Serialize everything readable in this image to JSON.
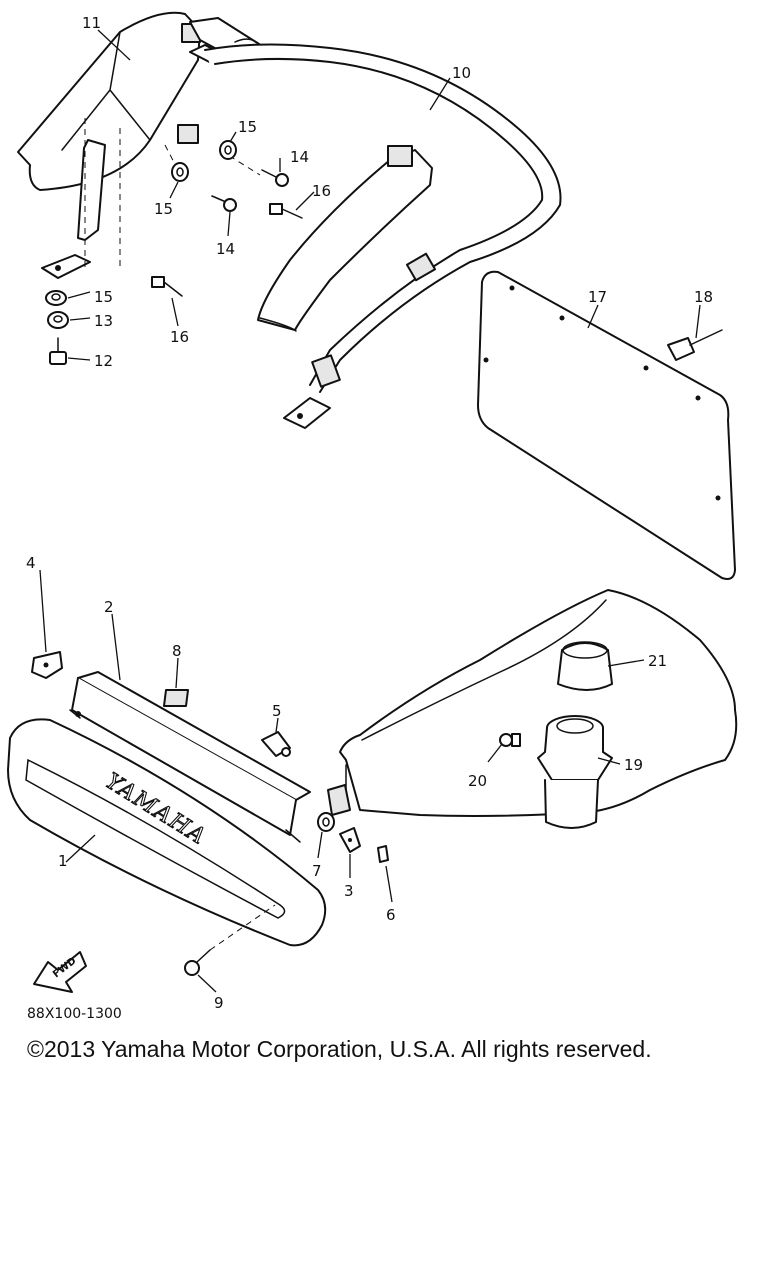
{
  "diagram": {
    "callouts": {
      "c1": "1",
      "c2": "2",
      "c3": "3",
      "c4": "4",
      "c5": "5",
      "c6": "6",
      "c7": "7",
      "c8": "8",
      "c9": "9",
      "c10": "10",
      "c11": "11",
      "c12": "12",
      "c13": "13",
      "c14a": "14",
      "c14b": "14",
      "c15a": "15",
      "c15b": "15",
      "c15c": "15",
      "c16a": "16",
      "c16b": "16",
      "c17": "17",
      "c18": "18",
      "c19": "19",
      "c20": "20",
      "c21": "21"
    },
    "brand_mark": "YAMAHA",
    "fwd_label": "FWD",
    "diagram_code": "88X100-1300"
  },
  "footer": {
    "copyright": "©2013 Yamaha Motor Corporation, U.S.A. All rights reserved."
  }
}
